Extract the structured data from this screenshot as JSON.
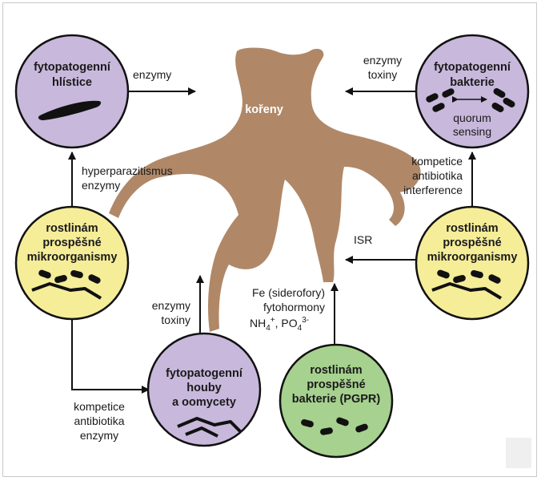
{
  "roots": {
    "label": "kořeny",
    "color": "#b08868"
  },
  "nodes": {
    "nematodes": {
      "line1": "fytopatogenní",
      "line2": "hlístice",
      "color": "#c8b8dc"
    },
    "path_bacteria": {
      "line1": "fytopatogenní",
      "line2": "bakterie",
      "extra1": "quorum",
      "extra2": "sensing",
      "color": "#c8b8dc"
    },
    "benef_left": {
      "line1": "rostlinám",
      "line2": "prospěšné",
      "line3": "mikroorganismy",
      "color": "#f5ed98"
    },
    "benef_right": {
      "line1": "rostlinám",
      "line2": "prospěšné",
      "line3": "mikroorganismy",
      "color": "#f5ed98"
    },
    "fungi": {
      "line1": "fytopatogenní",
      "line2": "houby",
      "line3": "a oomycety",
      "color": "#c8b8dc"
    },
    "pgpr": {
      "line1": "rostlinám",
      "line2": "prospěšné",
      "line3": "bakterie (PGPR)",
      "color": "#a6d18e"
    }
  },
  "arrow_labels": {
    "nematodes_enz": "enzymy",
    "bact_enz": "enzymy",
    "bact_tox": "toxiny",
    "hyper1": "hyperparazitismus",
    "hyper2": "enzymy",
    "right_comp1": "kompetice",
    "right_comp2": "antibiotika",
    "right_comp3": "interference",
    "isr": "ISR",
    "fungi_enz": "enzymy",
    "fungi_tox": "toxiny",
    "pgpr1": "Fe (siderofory)",
    "pgpr2": "fytohormony",
    "pgpr3_nh": "NH",
    "pgpr3_nh_sub": "4",
    "pgpr3_nh_sup": "+",
    "pgpr3_sep": ", PO",
    "pgpr3_po_sub": "4",
    "pgpr3_po_sup": "3-",
    "left_comp1": "kompetice",
    "left_comp2": "antibiotika",
    "left_comp3": "enzymy"
  }
}
